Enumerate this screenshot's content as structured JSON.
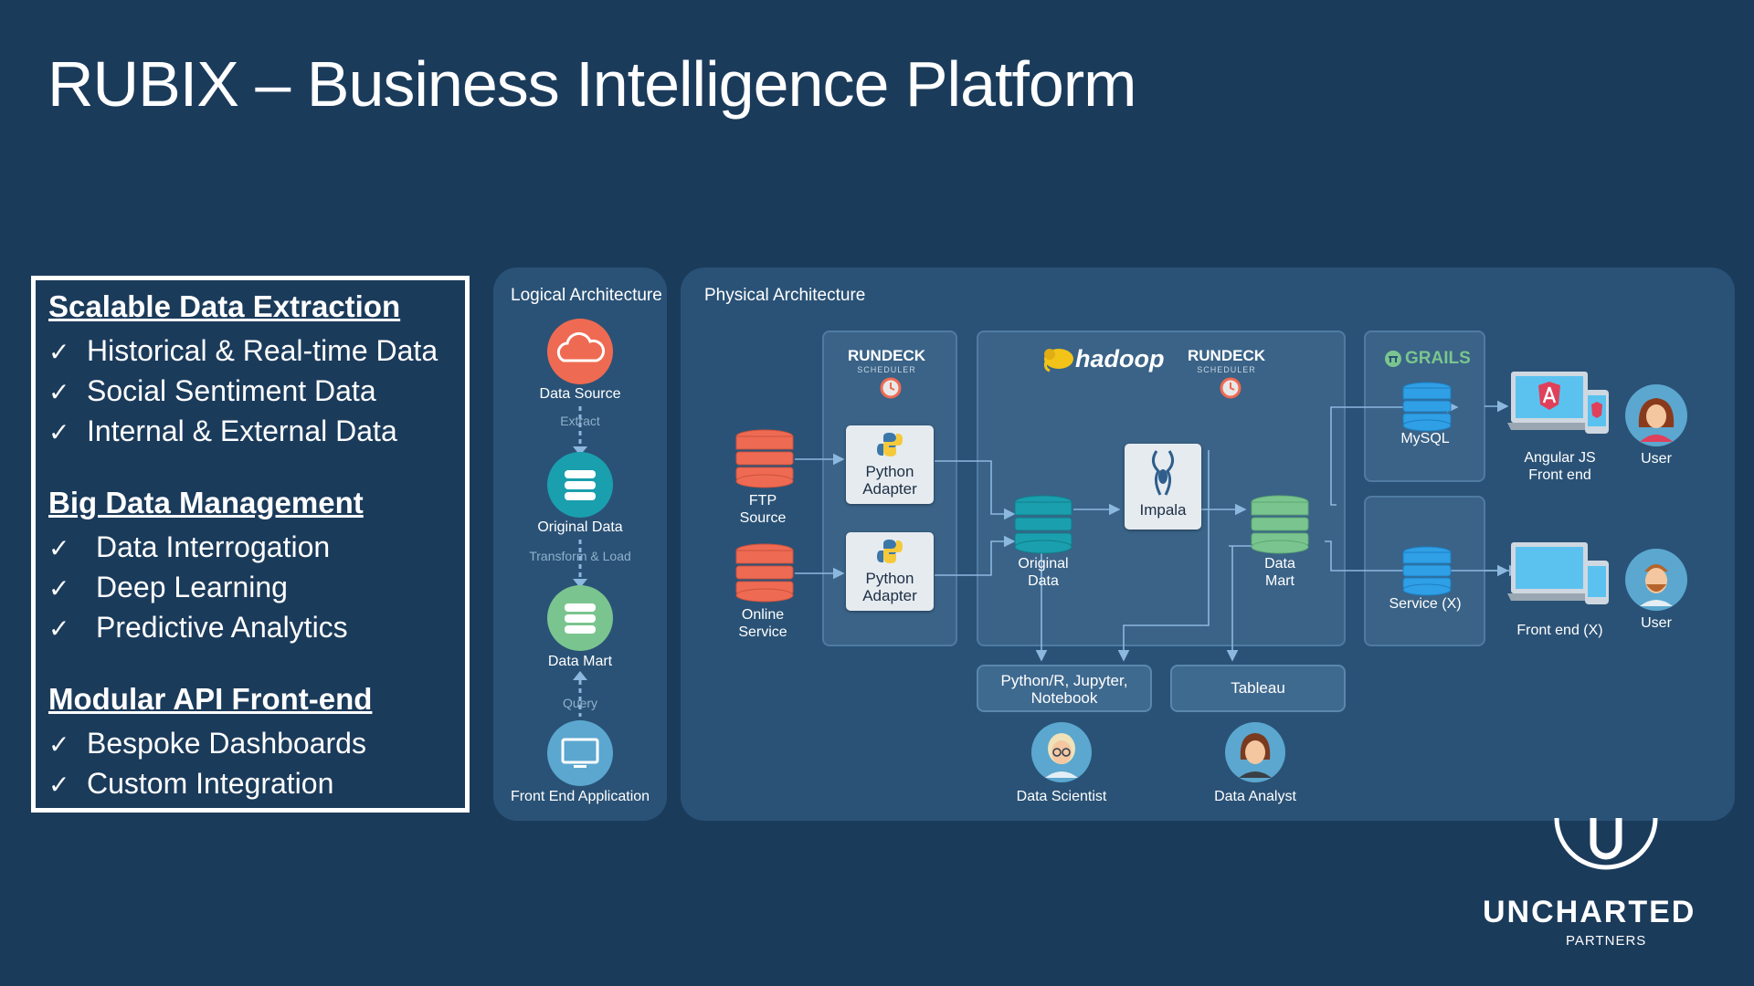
{
  "title": "RUBIX – Business Intelligence Platform",
  "features": [
    {
      "heading": "Scalable Data Extraction",
      "items": [
        "Historical & Real-time Data",
        "Social Sentiment Data",
        "Internal & External Data"
      ]
    },
    {
      "heading": "Big Data Management",
      "items": [
        "Data Interrogation",
        "Deep Learning",
        "Predictive Analytics"
      ]
    },
    {
      "heading": "Modular API Front-end",
      "items": [
        "Bespoke Dashboards",
        "Custom Integration"
      ]
    }
  ],
  "check_mark": "✓",
  "logical": {
    "title": "Logical Architecture",
    "nodes": [
      "Data Source",
      "Original Data",
      "Data Mart",
      "Front End Application"
    ],
    "edges": [
      "Extract",
      "Transform & Load",
      "Query"
    ]
  },
  "physical": {
    "title": "Physical Architecture",
    "sources": [
      "FTP\nSource",
      "Online\nService"
    ],
    "rundeck": {
      "name": "RUNDECK",
      "sub": "SCHEDULER"
    },
    "adapters": [
      "Python\nAdapter",
      "Python\nAdapter"
    ],
    "hadoop": "hadoop",
    "impala": "Impala",
    "original_data": "Original\nData",
    "data_mart": "Data\nMart",
    "grails": "GRAILS",
    "mysql": "MySQL",
    "service": "Service (X)",
    "angular": "Angular JS\nFront end",
    "frontend_x": "Front end (X)",
    "user": "User",
    "tools": [
      "Python/R, Jupyter,\nNotebook",
      "Tableau"
    ],
    "people": [
      "Data Scientist",
      "Data Analyst"
    ]
  },
  "logo": {
    "name": "UNCHARTED",
    "sub": "PARTNERS"
  },
  "colors": {
    "background": "#1b3b5b",
    "panel": "#2a5276",
    "red_db": "#ef6a52",
    "teal_db": "#1a9fae",
    "green_db": "#7ac58f",
    "blue_db": "#2f9fe6",
    "arrow": "#8cb8df"
  }
}
